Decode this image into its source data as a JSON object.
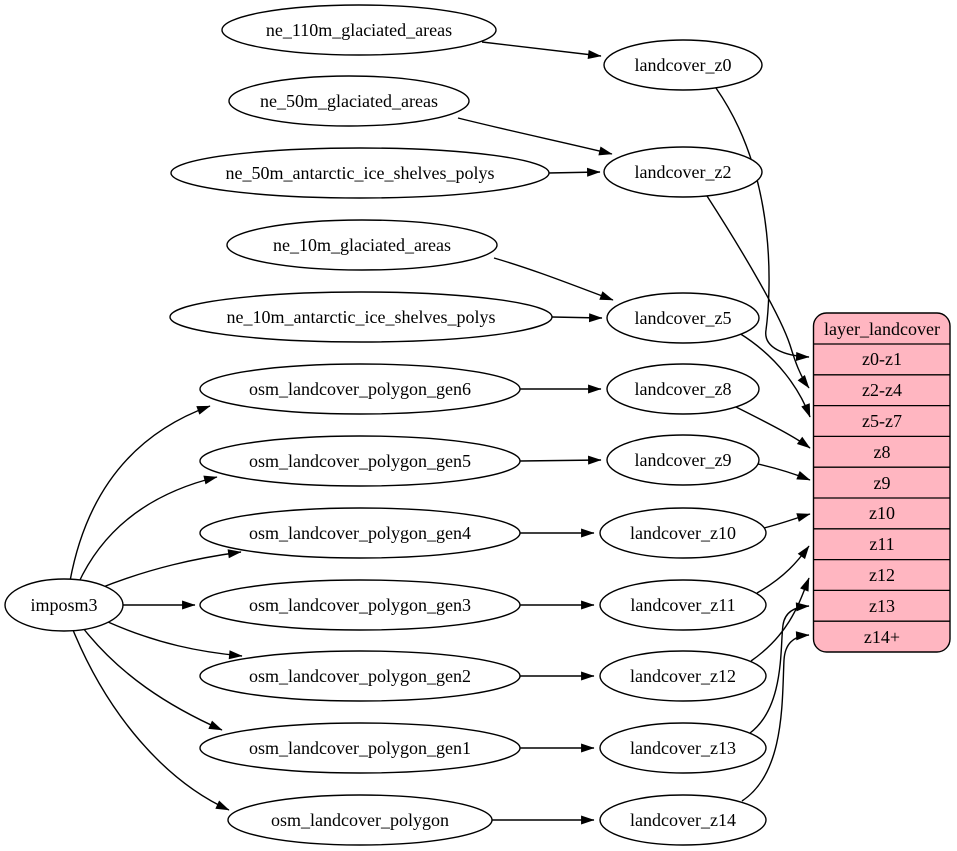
{
  "diagram": {
    "kind": "etl-graph",
    "background_color": "#ffffff",
    "node_fill_color": "#ffffff",
    "edge_color": "#000000"
  },
  "nodes": {
    "imposm3": {
      "label": "imposm3"
    },
    "ne_110m_glaciated_areas": {
      "label": "ne_110m_glaciated_areas"
    },
    "ne_50m_glaciated_areas": {
      "label": "ne_50m_glaciated_areas"
    },
    "ne_50m_antarctic_ice_shelves_polys": {
      "label": "ne_50m_antarctic_ice_shelves_polys"
    },
    "ne_10m_glaciated_areas": {
      "label": "ne_10m_glaciated_areas"
    },
    "ne_10m_antarctic_ice_shelves_polys": {
      "label": "ne_10m_antarctic_ice_shelves_polys"
    },
    "osm_landcover_polygon_gen6": {
      "label": "osm_landcover_polygon_gen6"
    },
    "osm_landcover_polygon_gen5": {
      "label": "osm_landcover_polygon_gen5"
    },
    "osm_landcover_polygon_gen4": {
      "label": "osm_landcover_polygon_gen4"
    },
    "osm_landcover_polygon_gen3": {
      "label": "osm_landcover_polygon_gen3"
    },
    "osm_landcover_polygon_gen2": {
      "label": "osm_landcover_polygon_gen2"
    },
    "osm_landcover_polygon_gen1": {
      "label": "osm_landcover_polygon_gen1"
    },
    "osm_landcover_polygon": {
      "label": "osm_landcover_polygon"
    },
    "landcover_z0": {
      "label": "landcover_z0"
    },
    "landcover_z2": {
      "label": "landcover_z2"
    },
    "landcover_z5": {
      "label": "landcover_z5"
    },
    "landcover_z8": {
      "label": "landcover_z8"
    },
    "landcover_z9": {
      "label": "landcover_z9"
    },
    "landcover_z10": {
      "label": "landcover_z10"
    },
    "landcover_z11": {
      "label": "landcover_z11"
    },
    "landcover_z12": {
      "label": "landcover_z12"
    },
    "landcover_z13": {
      "label": "landcover_z13"
    },
    "landcover_z14": {
      "label": "landcover_z14"
    }
  },
  "table": {
    "title": "layer_landcover",
    "rows": [
      "z0-z1",
      "z2-z4",
      "z5-z7",
      "z8",
      "z9",
      "z10",
      "z11",
      "z12",
      "z13",
      "z14+"
    ],
    "fill_color": "#ffb6c1",
    "border_color": "#000000"
  },
  "edges": [
    {
      "from": "ne_110m_glaciated_areas",
      "to": "landcover_z0"
    },
    {
      "from": "ne_50m_glaciated_areas",
      "to": "landcover_z2"
    },
    {
      "from": "ne_50m_antarctic_ice_shelves_polys",
      "to": "landcover_z2"
    },
    {
      "from": "ne_10m_glaciated_areas",
      "to": "landcover_z5"
    },
    {
      "from": "ne_10m_antarctic_ice_shelves_polys",
      "to": "landcover_z5"
    },
    {
      "from": "imposm3",
      "to": "osm_landcover_polygon_gen6"
    },
    {
      "from": "imposm3",
      "to": "osm_landcover_polygon_gen5"
    },
    {
      "from": "imposm3",
      "to": "osm_landcover_polygon_gen4"
    },
    {
      "from": "imposm3",
      "to": "osm_landcover_polygon_gen3"
    },
    {
      "from": "imposm3",
      "to": "osm_landcover_polygon_gen2"
    },
    {
      "from": "imposm3",
      "to": "osm_landcover_polygon_gen1"
    },
    {
      "from": "imposm3",
      "to": "osm_landcover_polygon"
    },
    {
      "from": "osm_landcover_polygon_gen6",
      "to": "landcover_z8"
    },
    {
      "from": "osm_landcover_polygon_gen5",
      "to": "landcover_z9"
    },
    {
      "from": "osm_landcover_polygon_gen4",
      "to": "landcover_z10"
    },
    {
      "from": "osm_landcover_polygon_gen3",
      "to": "landcover_z11"
    },
    {
      "from": "osm_landcover_polygon_gen2",
      "to": "landcover_z12"
    },
    {
      "from": "osm_landcover_polygon_gen1",
      "to": "landcover_z13"
    },
    {
      "from": "osm_landcover_polygon",
      "to": "landcover_z14"
    },
    {
      "from": "landcover_z0",
      "to": "layer_landcover:z0-z1"
    },
    {
      "from": "landcover_z2",
      "to": "layer_landcover:z2-z4"
    },
    {
      "from": "landcover_z5",
      "to": "layer_landcover:z5-z7"
    },
    {
      "from": "landcover_z8",
      "to": "layer_landcover:z8"
    },
    {
      "from": "landcover_z9",
      "to": "layer_landcover:z9"
    },
    {
      "from": "landcover_z10",
      "to": "layer_landcover:z10"
    },
    {
      "from": "landcover_z11",
      "to": "layer_landcover:z11"
    },
    {
      "from": "landcover_z12",
      "to": "layer_landcover:z12"
    },
    {
      "from": "landcover_z13",
      "to": "layer_landcover:z13"
    },
    {
      "from": "landcover_z14",
      "to": "layer_landcover:z14+"
    }
  ]
}
